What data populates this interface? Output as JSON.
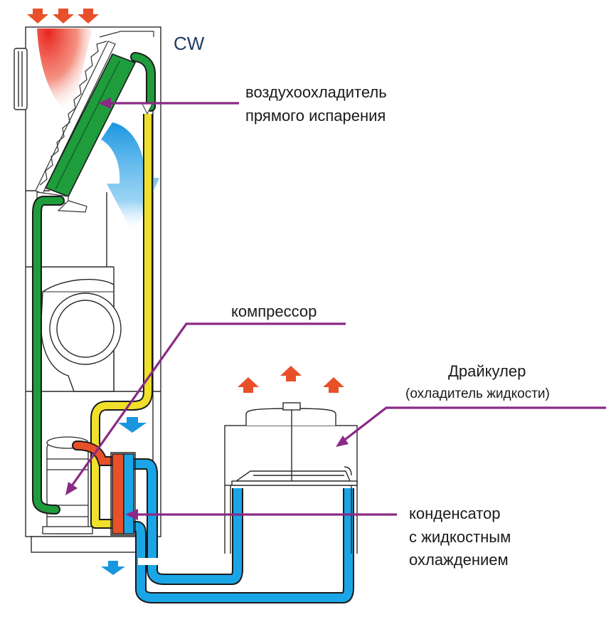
{
  "title": "CW",
  "labels": {
    "evaporator_line1": "воздухоохладитель",
    "evaporator_line2": "прямого испарения",
    "compressor": "компрессор",
    "drycooler_line1": "Драйкулер",
    "drycooler_line2": "(охладитель жидкости)",
    "condenser_line1": "конденсатор",
    "condenser_line2": "с жидкостным",
    "condenser_line3": "охлаждением"
  },
  "colors": {
    "refrigerant_gas": "#f0e02a",
    "refrigerant_liquid": "#1f9c3c",
    "hot_gas": "#e8502a",
    "coolant": "#1aa6e6",
    "pointer": "#8a2a86",
    "hot_air": "#e8502a",
    "cold_air": "#1a96e0"
  },
  "icons": [
    "hot-air-arrow-icon",
    "cold-air-arrow-icon",
    "fan-icon",
    "compressor-icon",
    "heat-exchanger-icon"
  ]
}
